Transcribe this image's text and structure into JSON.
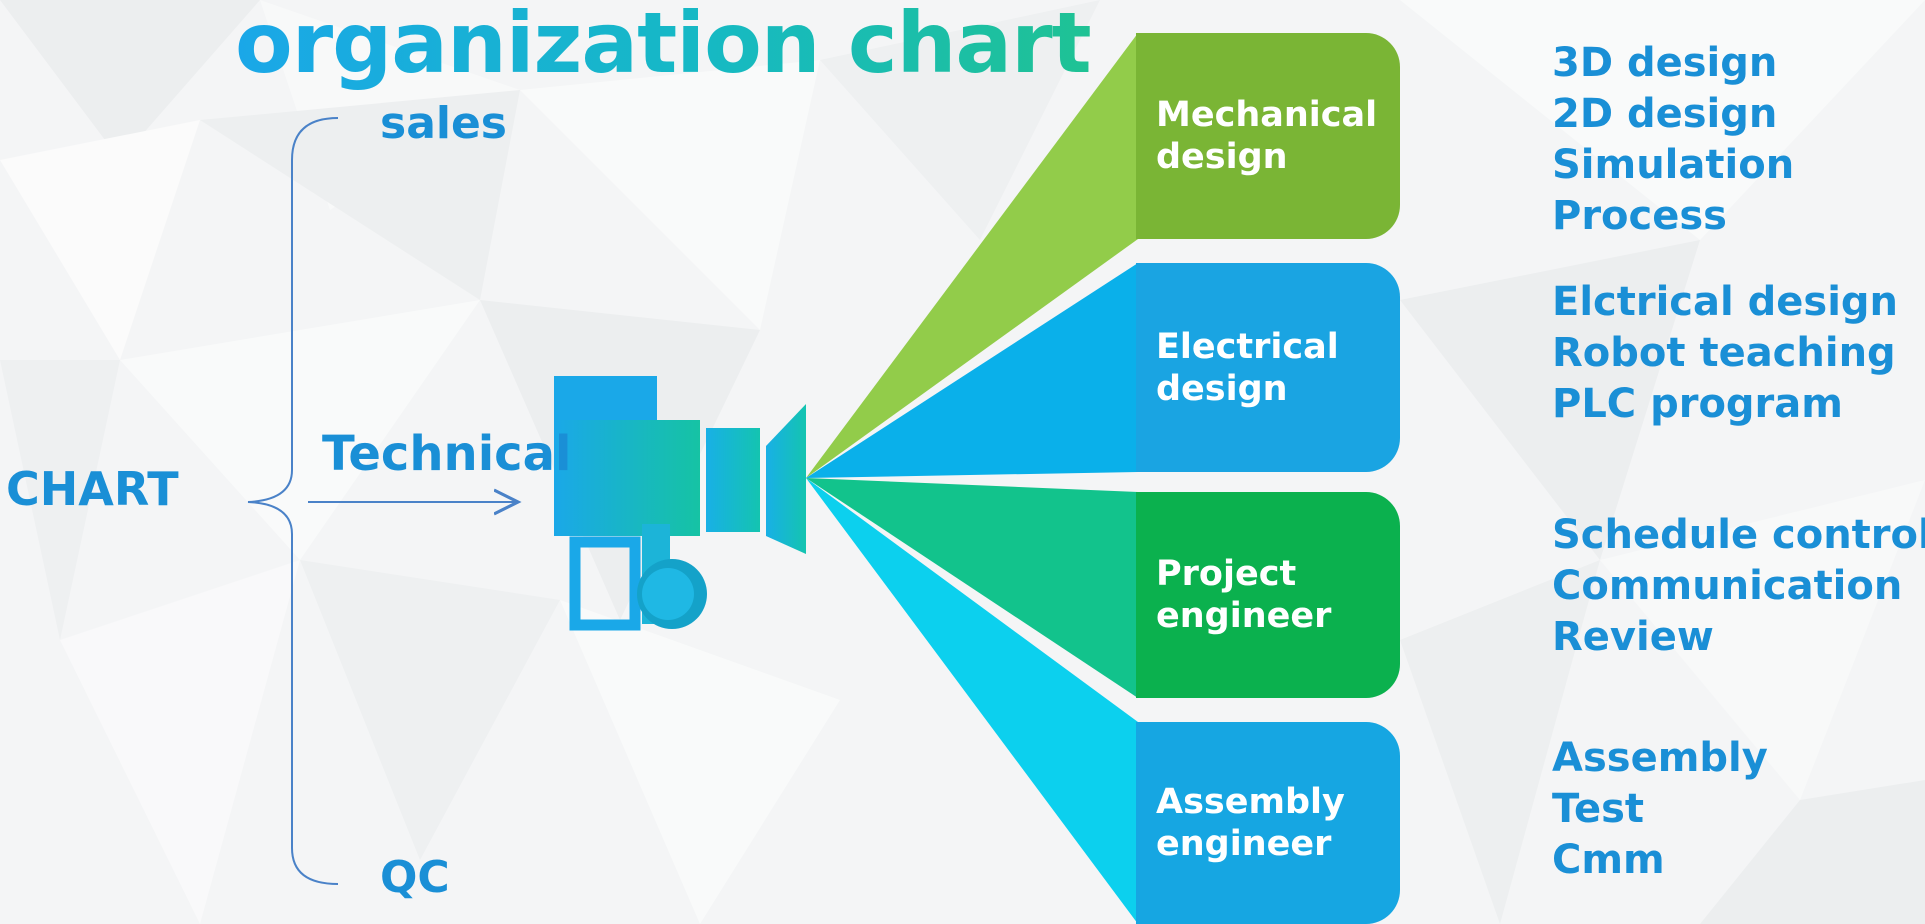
{
  "title": "organization chart",
  "root": {
    "label": "CHART"
  },
  "branches": [
    {
      "label": "sales"
    },
    {
      "label": "Technical"
    },
    {
      "label": "QC"
    }
  ],
  "departments": [
    {
      "label": "Mechanical\ndesign",
      "color": "#7ab535",
      "fan_color": "#92cc4a",
      "tasks": [
        "3D design",
        "2D design",
        "Simulation",
        "Process"
      ]
    },
    {
      "label": "Electrical\ndesign",
      "color": "#1aa4e2",
      "fan_color": "#0ab0ea",
      "tasks": [
        "Elctrical design",
        "Robot teaching",
        "PLC program"
      ]
    },
    {
      "label": "Project\nengineer",
      "color": "#0bb14e",
      "fan_color": "#12c38c",
      "tasks": [
        "Schedule control",
        "Communication",
        "Review"
      ]
    },
    {
      "label": "Assembly\nengineer",
      "color": "#16a6e2",
      "fan_color": "#0cd0ee",
      "tasks": [
        "Assembly",
        "Test",
        "Cmm"
      ]
    }
  ],
  "accent_color": "#1a8fd6",
  "icons": {
    "hub": "camera-shaped hub icon"
  }
}
